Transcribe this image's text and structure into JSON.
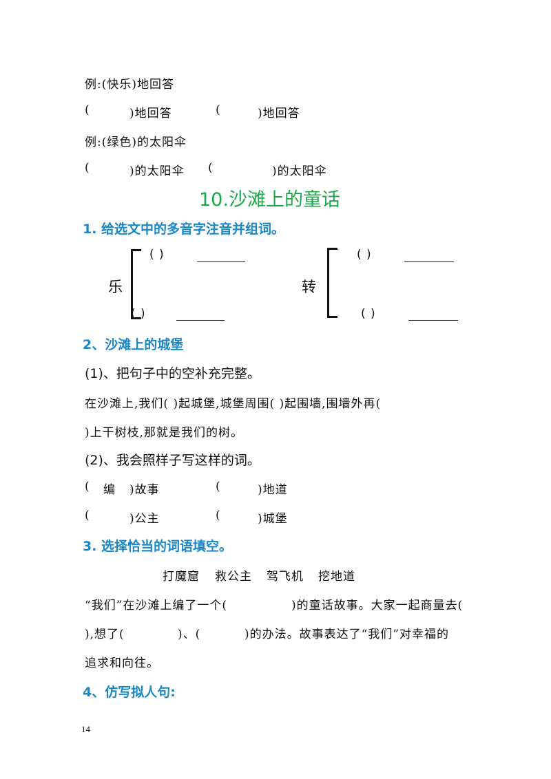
{
  "ex1": {
    "example": "例:(快乐)地回答",
    "blank_a": "(",
    "close_a": ")地回答",
    "blank_b": "(",
    "close_b": ")地回答"
  },
  "ex2": {
    "example": "例:(绿色)的太阳伞",
    "blank_a": "(",
    "close_a": ")的太阳伞",
    "blank_b": "(",
    "close_b": ")的太阳伞"
  },
  "lesson_title": "10.沙滩上的童话",
  "q1": {
    "heading": "1. 给选文中的多音字注音并组词。",
    "char_a": "乐",
    "char_b": "转",
    "paren": "(      )"
  },
  "q2": {
    "heading": "2、沙滩上的城堡",
    "sub1": "(1)、把句子中的空补充完整。",
    "sentence_line1": "在沙滩上,我们(      )起城堡,城堡周围(      )起围墙,围墙外再(",
    "sentence_line2": ")上干树枝,那就是我们的树。",
    "sub2": "(2)、我会照样子写这样的词。",
    "row1_a_open": "(",
    "row1_a_fill": "编",
    "row1_a_close": ")故事",
    "row1_b_open": "(",
    "row1_b_close": ")地道",
    "row2_a_open": "(",
    "row2_a_close": ")公主",
    "row2_b_open": "(",
    "row2_b_close": ")城堡"
  },
  "q3": {
    "heading": "3. 选择恰当的词语填空。",
    "options": [
      "打魔窟",
      "救公主",
      "驾飞机",
      "挖地道"
    ],
    "line1_a": "“我们”在沙滩上编了一个(",
    "line1_b": ")的童话故事。大家一起商量去(",
    "line2_a": "),想了(",
    "line2_b": ")、(",
    "line2_c": ")的办法。故事表达了“我们”对幸福的",
    "line3": "追求和向往。"
  },
  "q4": {
    "heading": "4、仿写拟人句:"
  },
  "page_number": "14"
}
